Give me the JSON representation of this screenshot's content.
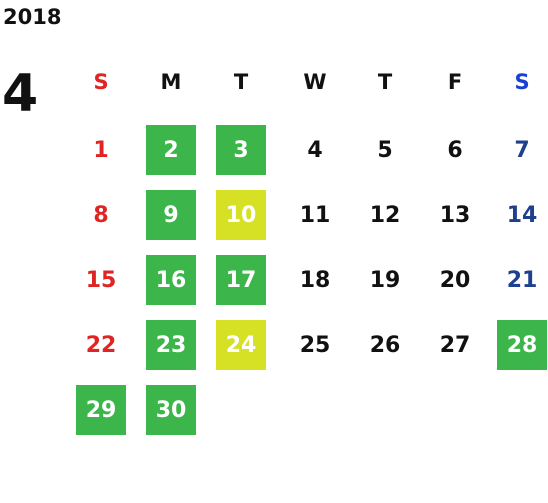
{
  "calendar": {
    "year": "2018",
    "month": "4",
    "weekdays": [
      "S",
      "M",
      "T",
      "W",
      "T",
      "F",
      "S"
    ],
    "days": [
      {
        "label": "1",
        "status": "holiday"
      },
      {
        "label": "2",
        "status": "green"
      },
      {
        "label": "3",
        "status": "green"
      },
      {
        "label": "4",
        "status": "normal"
      },
      {
        "label": "5",
        "status": "normal"
      },
      {
        "label": "6",
        "status": "normal"
      },
      {
        "label": "7",
        "status": "saturday"
      },
      {
        "label": "8",
        "status": "holiday"
      },
      {
        "label": "9",
        "status": "green"
      },
      {
        "label": "10",
        "status": "yellow"
      },
      {
        "label": "11",
        "status": "normal"
      },
      {
        "label": "12",
        "status": "normal"
      },
      {
        "label": "13",
        "status": "normal"
      },
      {
        "label": "14",
        "status": "saturday"
      },
      {
        "label": "15",
        "status": "holiday"
      },
      {
        "label": "16",
        "status": "green"
      },
      {
        "label": "17",
        "status": "green"
      },
      {
        "label": "18",
        "status": "normal"
      },
      {
        "label": "19",
        "status": "normal"
      },
      {
        "label": "20",
        "status": "normal"
      },
      {
        "label": "21",
        "status": "saturday"
      },
      {
        "label": "22",
        "status": "holiday"
      },
      {
        "label": "23",
        "status": "green"
      },
      {
        "label": "24",
        "status": "yellow"
      },
      {
        "label": "25",
        "status": "normal"
      },
      {
        "label": "26",
        "status": "normal"
      },
      {
        "label": "27",
        "status": "normal"
      },
      {
        "label": "28",
        "status": "green"
      },
      {
        "label": "29",
        "status": "green"
      },
      {
        "label": "30",
        "status": "green"
      }
    ]
  },
  "colors": {
    "sunday_red": "#e02424",
    "saturday_blue": "#1f3f8f",
    "saturday_header_blue": "#1a3fd4",
    "green_cell": "#3cb54a",
    "yellow_cell": "#d6e024",
    "text_dark": "#111111",
    "text_on_cell": "#ffffff"
  }
}
